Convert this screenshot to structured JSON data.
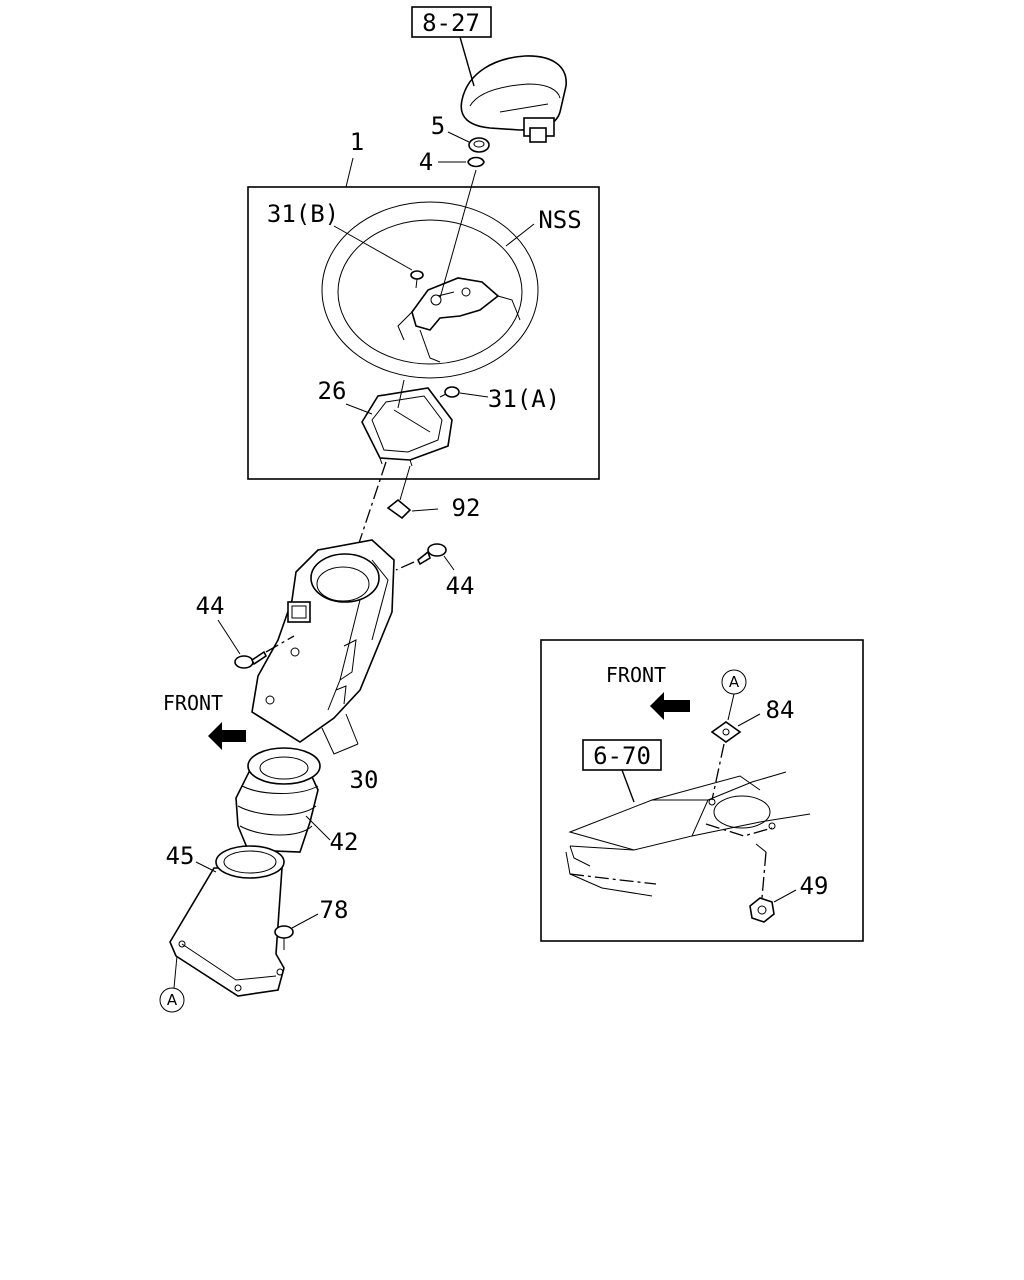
{
  "callouts": {
    "ref_8_27": "8-27",
    "ref_6_70": "6-70",
    "p1": "1",
    "p4": "4",
    "p5": "5",
    "p26": "26",
    "p30": "30",
    "p31a": "31(A)",
    "p31b": "31(B)",
    "p42": "42",
    "p44_left": "44",
    "p44_right": "44",
    "p45": "45",
    "p49": "49",
    "p78": "78",
    "p84": "84",
    "p92": "92",
    "nss": "NSS"
  },
  "direction": {
    "front_main": "FRONT",
    "front_inset": "FRONT"
  },
  "markers": {
    "a_bottom": "A",
    "a_inset": "A"
  }
}
